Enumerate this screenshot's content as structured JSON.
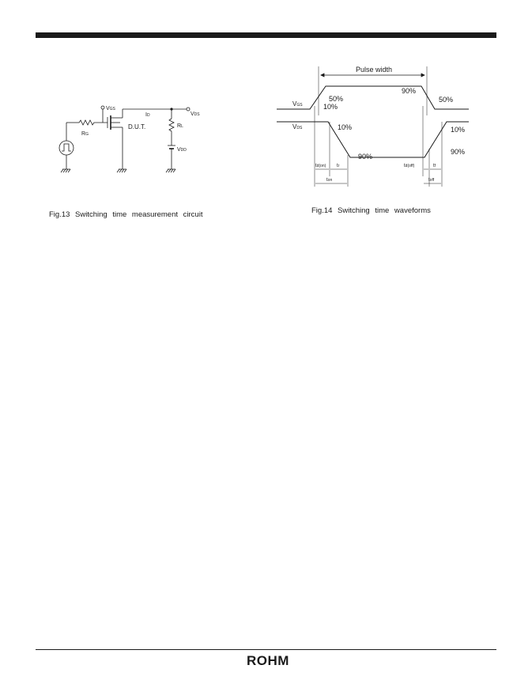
{
  "header": {},
  "fig13": {
    "caption": "Fig.13   Switching  time  measurement circuit",
    "labels": {
      "vgs": "V",
      "vgs_sub": "GS",
      "id": "I",
      "id_sub": "D",
      "vds": "V",
      "vds_sub": "DS",
      "rg": "R",
      "rg_sub": "G",
      "rl": "R",
      "rl_sub": "L",
      "dut": "D.U.T.",
      "vdd": "V",
      "vdd_sub": "DD"
    }
  },
  "fig14": {
    "caption": "Fig.14   Switching  time  waveforms",
    "labels": {
      "pulse_width": "Pulse width",
      "vgs": "V",
      "vgs_sub": "GS",
      "vds": "V",
      "vds_sub": "DS",
      "vgs_rise_50": "50%",
      "vgs_rise_10": "10%",
      "vgs_fall_90": "90%",
      "vgs_fall_50": "50%",
      "vds_fall_10": "10%",
      "vds_low_90": "90%",
      "vds_rise_10": "10%",
      "vds_rise_90": "90%",
      "td_on": "t",
      "td_on_sub": "d(on)",
      "tr": "t",
      "tr_sub": "r",
      "ton": "t",
      "ton_sub": "on",
      "td_off": "t",
      "td_off_sub": "d(off)",
      "tf": "t",
      "tf_sub": "f",
      "toff": "t",
      "toff_sub": "off"
    }
  },
  "footer": {
    "logo_text": "ROHM"
  }
}
